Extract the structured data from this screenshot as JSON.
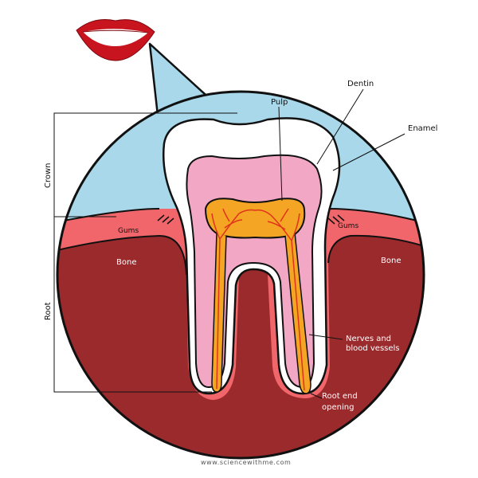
{
  "labels": {
    "dentin": "Dentin",
    "pulp": "Pulp",
    "enamel": "Enamel",
    "crown": "Crown",
    "root": "Root",
    "gums_left": "Gums",
    "gums_right": "Gums",
    "bone_left": "Bone",
    "bone_right": "Bone",
    "nerves_line1": "Nerves and",
    "nerves_line2": "blood vessels",
    "root_end_line1": "Root end",
    "root_end_line2": "opening"
  },
  "footer": {
    "website": "www.sciencewithme.com"
  },
  "colors": {
    "sky": "#a8d8ea",
    "gum": "#f0666a",
    "bone": "#9b2a2d",
    "dentin": "#f2a7c4",
    "pulp": "#f4a523",
    "nerve": "#e0341c",
    "enamel": "#ffffff",
    "lips": "#c8141e",
    "outline": "#111111"
  }
}
